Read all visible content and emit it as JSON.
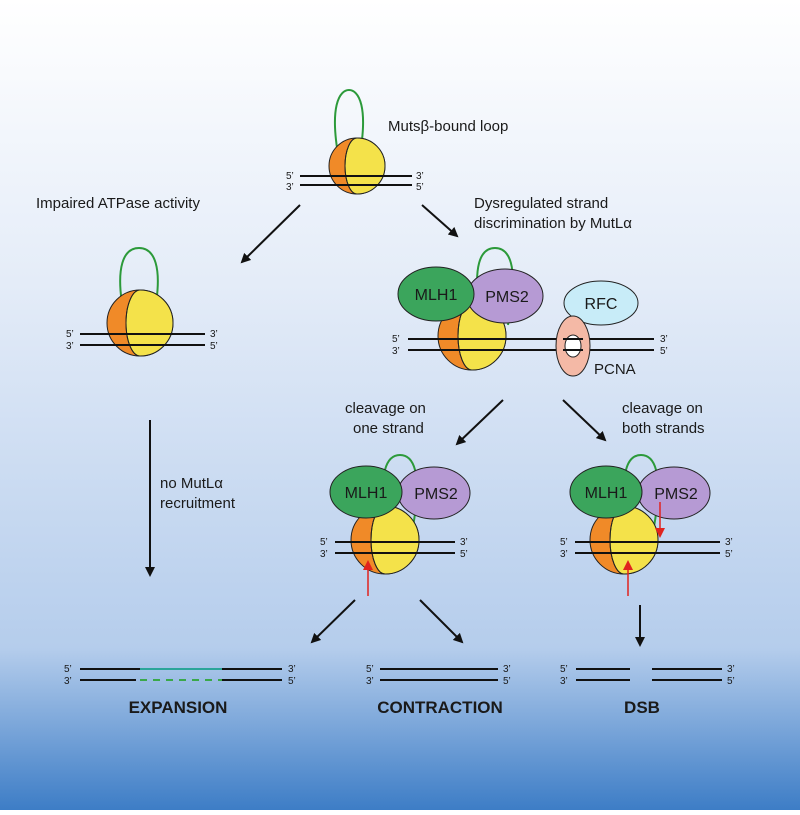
{
  "labels": {
    "loop": "Mutsβ-bound loop",
    "impaired": "Impaired ATPase activity",
    "dysreg_1": "Dysregulated strand",
    "dysreg_2": "discrimination by MutLα",
    "cleave_one_1": "cleavage on",
    "cleave_one_2": "one strand",
    "cleave_both_1": "cleavage on",
    "cleave_both_2": "both strands",
    "no_mutl_1": "no MutLα",
    "no_mutl_2": "recruitment"
  },
  "proteins": {
    "mlh1": "MLH1",
    "pms2": "PMS2",
    "rfc": "RFC",
    "pcna": "PCNA"
  },
  "strand_ends": {
    "five": "5’",
    "three": "3’"
  },
  "outcomes": {
    "expansion": "EXPANSION",
    "contraction": "CONTRACTION",
    "dsb": "DSB"
  },
  "colors": {
    "bg_top": "#ffffff",
    "bg_bottom": "#3d7dc6",
    "orange": "#f08a28",
    "yellow": "#f4e24a",
    "mlh1_green": "#3ba55c",
    "pms2_purple": "#b69ad4",
    "rfc_blue": "#c8ecf8",
    "pcna_pink": "#f4b9a6",
    "loop_green": "#2c9a3a",
    "cut_red": "#e0231e",
    "new_strand_teal": "#2ba59a",
    "new_strand_green": "#3aa84a"
  }
}
